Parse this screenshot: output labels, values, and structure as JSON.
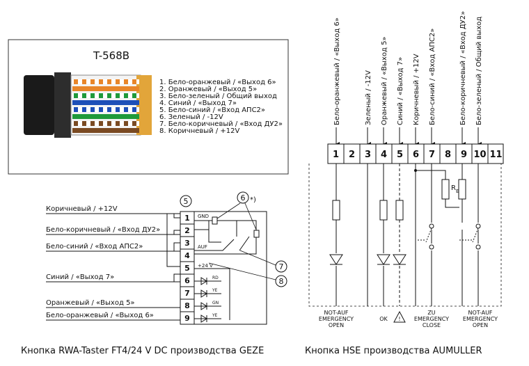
{
  "t568b": {
    "title": "T-568B",
    "wires": [
      {
        "label": "1. Бело-оранжевый / «Выход 6»",
        "color": "#e8862a",
        "striped": true
      },
      {
        "label": "2. Оранжевый / «Выход 5»",
        "color": "#e8862a",
        "striped": false
      },
      {
        "label": "3. Бело-зеленый / Общий выход",
        "color": "#1f9a3a",
        "striped": true
      },
      {
        "label": "4. Синий / «Выход 7»",
        "color": "#1d4fb8",
        "striped": false
      },
      {
        "label": "5. Бело-синий / «Вход АПС2»",
        "color": "#1d4fb8",
        "striped": true
      },
      {
        "label": "6. Зеленый / -12V",
        "color": "#1f9a3a",
        "striped": false
      },
      {
        "label": "7. Бело-коричневый / «Вход ДУ2»",
        "color": "#7a4a22",
        "striped": true
      },
      {
        "label": "8. Коричневый / +12V",
        "color": "#7a4a22",
        "striped": false
      }
    ]
  },
  "geze": {
    "caption": "Кнопка RWA-Taster FT4/24 V DC производства GEZE",
    "connector_label": "5",
    "callout_6": "6",
    "callout_star": "*)",
    "callout_7": "7",
    "callout_8": "8",
    "gnd": "GND",
    "auf": "AUF",
    "v24": "+24 V",
    "led_labels": [
      "RD",
      "YE",
      "GN",
      "YE"
    ],
    "terminals": [
      "1",
      "2",
      "3",
      "4",
      "5",
      "6",
      "7",
      "8",
      "9"
    ],
    "wires": [
      {
        "label": "Коричневый / +12V"
      },
      {
        "label": "Бело-коричневый / «Вход ДУ2»"
      },
      {
        "label": "Бело-синий / «Вход АПС2»"
      },
      {
        "label": "Синий / «Выход 7»"
      },
      {
        "label": "Оранжевый / «Выход 5»"
      },
      {
        "label": "Бело-оранжевый / «Выход 6»"
      }
    ]
  },
  "aumuller": {
    "caption": "Кнопка HSE производства AUMULLER",
    "terminals": [
      "1",
      "2",
      "3",
      "4",
      "5",
      "6",
      "7",
      "8",
      "9",
      "10",
      "11"
    ],
    "wire_labels": [
      "Бело-оранжевый / «Выход 6»",
      "Зеленый / -12V",
      "Оранжевый / «Выход 5»",
      "Синий / «Выход 7»",
      "Коричневый / +12V",
      "Бело-синий / «Вход АПС2»",
      "Бело-коричневый / «Вход ДУ2»",
      "Бело-зеленый / Общий выход"
    ],
    "re_label": "R",
    "re_sub": "E",
    "bottom_labels": {
      "left": [
        "NOT-AUF",
        "EMERGENCY",
        "OPEN"
      ],
      "ok": "OK",
      "warn": "!",
      "zu": [
        "ZU",
        "EMERGENCY",
        "CLOSE"
      ],
      "right": [
        "NOT-AUF",
        "EMERGENCY",
        "OPEN"
      ]
    }
  }
}
